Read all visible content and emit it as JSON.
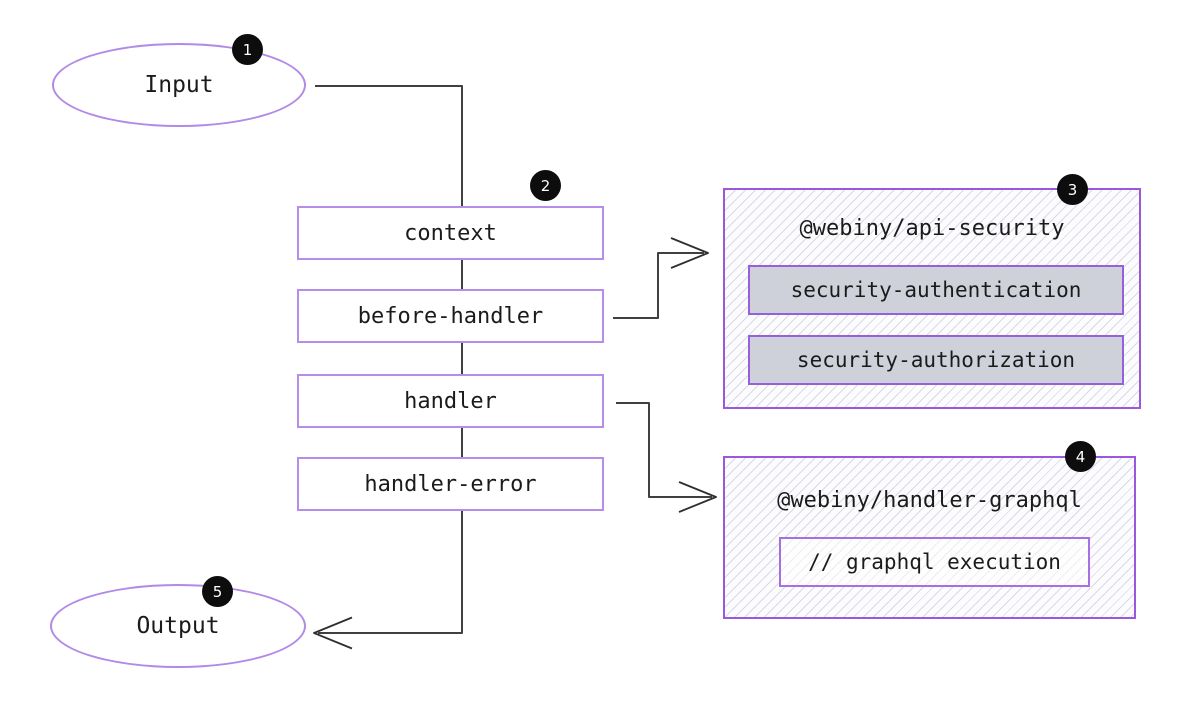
{
  "diagram": {
    "input": {
      "label": "Input",
      "badge": "1"
    },
    "pipeline": {
      "badge": "2",
      "steps": [
        "context",
        "before-handler",
        "handler",
        "handler-error"
      ]
    },
    "security_panel": {
      "badge": "3",
      "title": "@webiny/api-security",
      "plugins": [
        "security-authentication",
        "security-authorization"
      ]
    },
    "graphql_panel": {
      "badge": "4",
      "title": "@webiny/handler-graphql",
      "plugins": [
        "// graphql execution"
      ]
    },
    "output": {
      "label": "Output",
      "badge": "5"
    },
    "colors": {
      "ellipse_border": "#b18ae8",
      "step_border": "#b48ee8",
      "panel_border": "#9b57dd",
      "plugin_bg": "#ced1d9",
      "plugin_border": "#9760db",
      "connector": "#404040",
      "badge_bg": "#0d0d0d",
      "badge_text": "#ffffff",
      "text": "#1b1b1b"
    }
  }
}
